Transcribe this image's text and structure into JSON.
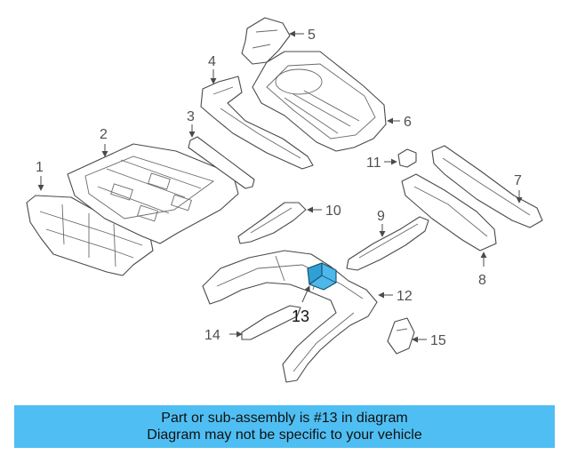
{
  "diagram": {
    "callouts": [
      {
        "id": "1",
        "label": "1"
      },
      {
        "id": "2",
        "label": "2"
      },
      {
        "id": "3",
        "label": "3"
      },
      {
        "id": "4",
        "label": "4"
      },
      {
        "id": "5",
        "label": "5"
      },
      {
        "id": "6",
        "label": "6"
      },
      {
        "id": "7",
        "label": "7"
      },
      {
        "id": "8",
        "label": "8"
      },
      {
        "id": "9",
        "label": "9"
      },
      {
        "id": "10",
        "label": "10"
      },
      {
        "id": "11",
        "label": "11"
      },
      {
        "id": "12",
        "label": "12"
      },
      {
        "id": "13",
        "label": "13"
      },
      {
        "id": "14",
        "label": "14"
      },
      {
        "id": "15",
        "label": "15"
      }
    ],
    "highlighted_part": "13",
    "highlight_color": "#4db8ea"
  },
  "banner": {
    "line1": "Part or sub-assembly is #13 in diagram",
    "line2": "Diagram may not be specific to your vehicle",
    "background": "#4fbff3"
  }
}
